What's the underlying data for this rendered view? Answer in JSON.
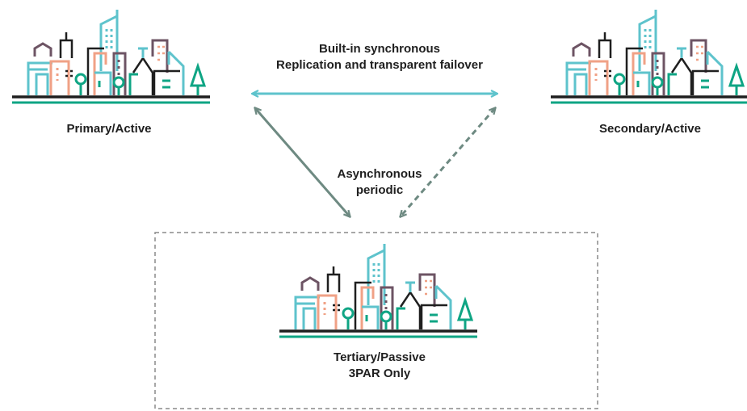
{
  "sites": {
    "primary": {
      "label": "Primary/Active"
    },
    "secondary": {
      "label": "Secondary/Active"
    },
    "tertiary": {
      "line1": "Tertiary/Passive",
      "line2": "3PAR Only"
    }
  },
  "links": {
    "sync": {
      "line1": "Built-in synchronous",
      "line2": "Replication and transparent failover"
    },
    "async": {
      "line1": "Asynchronous",
      "line2": "periodic"
    }
  },
  "colors": {
    "teal": "#5ec3cc",
    "green": "#0fa584",
    "salmon": "#f0a186",
    "purple": "#6d5464",
    "gray_green": "#6e8a82",
    "ground": "#1f1f1f",
    "box_border": "#8a8a8a"
  },
  "icons": {
    "site": "city-skyline-icon"
  }
}
